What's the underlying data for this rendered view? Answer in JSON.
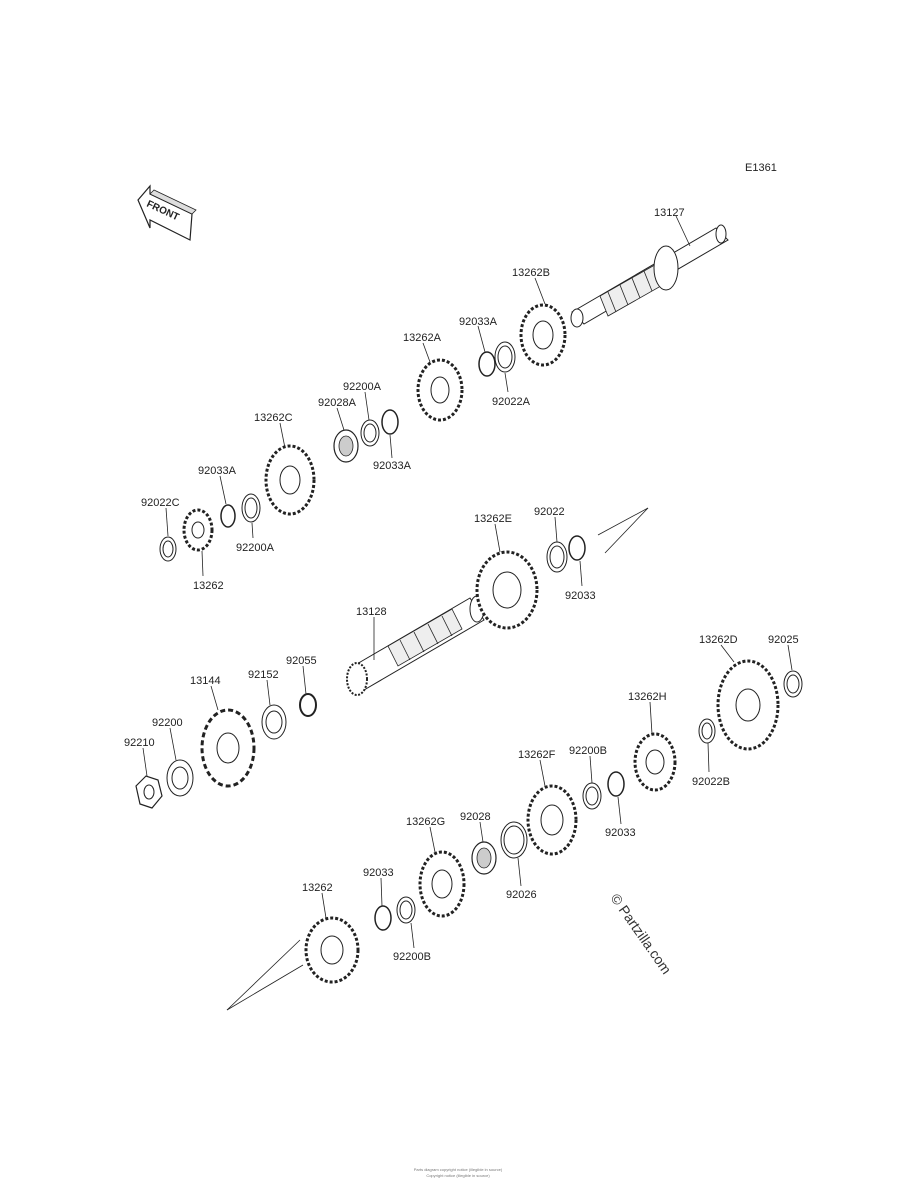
{
  "diagram_code": "E1361",
  "front_label": "FRONT",
  "watermark": "© Partzilla.com",
  "footer": {
    "line1": "Parts diagram copyright notice (illegible in source)",
    "line2": "Copyright notice (illegible in source)"
  },
  "parts": [
    {
      "id": "13127",
      "label": "13127"
    },
    {
      "id": "13262B",
      "label": "13262B"
    },
    {
      "id": "92033A-1",
      "label": "92033A"
    },
    {
      "id": "13262A",
      "label": "13262A"
    },
    {
      "id": "92022A",
      "label": "92022A"
    },
    {
      "id": "92200A-1",
      "label": "92200A"
    },
    {
      "id": "92028A",
      "label": "92028A"
    },
    {
      "id": "13262C",
      "label": "13262C"
    },
    {
      "id": "92033A-2",
      "label": "92033A"
    },
    {
      "id": "92033A-3",
      "label": "92033A"
    },
    {
      "id": "92022C",
      "label": "92022C"
    },
    {
      "id": "92200A-2",
      "label": "92200A"
    },
    {
      "id": "13262",
      "label": "13262"
    },
    {
      "id": "13262E",
      "label": "13262E"
    },
    {
      "id": "92022",
      "label": "92022"
    },
    {
      "id": "92033-1",
      "label": "92033"
    },
    {
      "id": "13128",
      "label": "13128"
    },
    {
      "id": "13262D",
      "label": "13262D"
    },
    {
      "id": "92025",
      "label": "92025"
    },
    {
      "id": "13144",
      "label": "13144"
    },
    {
      "id": "92152",
      "label": "92152"
    },
    {
      "id": "92055",
      "label": "92055"
    },
    {
      "id": "92200",
      "label": "92200"
    },
    {
      "id": "92210",
      "label": "92210"
    },
    {
      "id": "13262H",
      "label": "13262H"
    },
    {
      "id": "92022B",
      "label": "92022B"
    },
    {
      "id": "13262F",
      "label": "13262F"
    },
    {
      "id": "92200B-1",
      "label": "92200B"
    },
    {
      "id": "92033-2",
      "label": "92033"
    },
    {
      "id": "13262G",
      "label": "13262G"
    },
    {
      "id": "92028",
      "label": "92028"
    },
    {
      "id": "92026",
      "label": "92026"
    },
    {
      "id": "92033-3",
      "label": "92033"
    },
    {
      "id": "13262-2",
      "label": "13262"
    },
    {
      "id": "92200B-2",
      "label": "92200B"
    }
  ]
}
